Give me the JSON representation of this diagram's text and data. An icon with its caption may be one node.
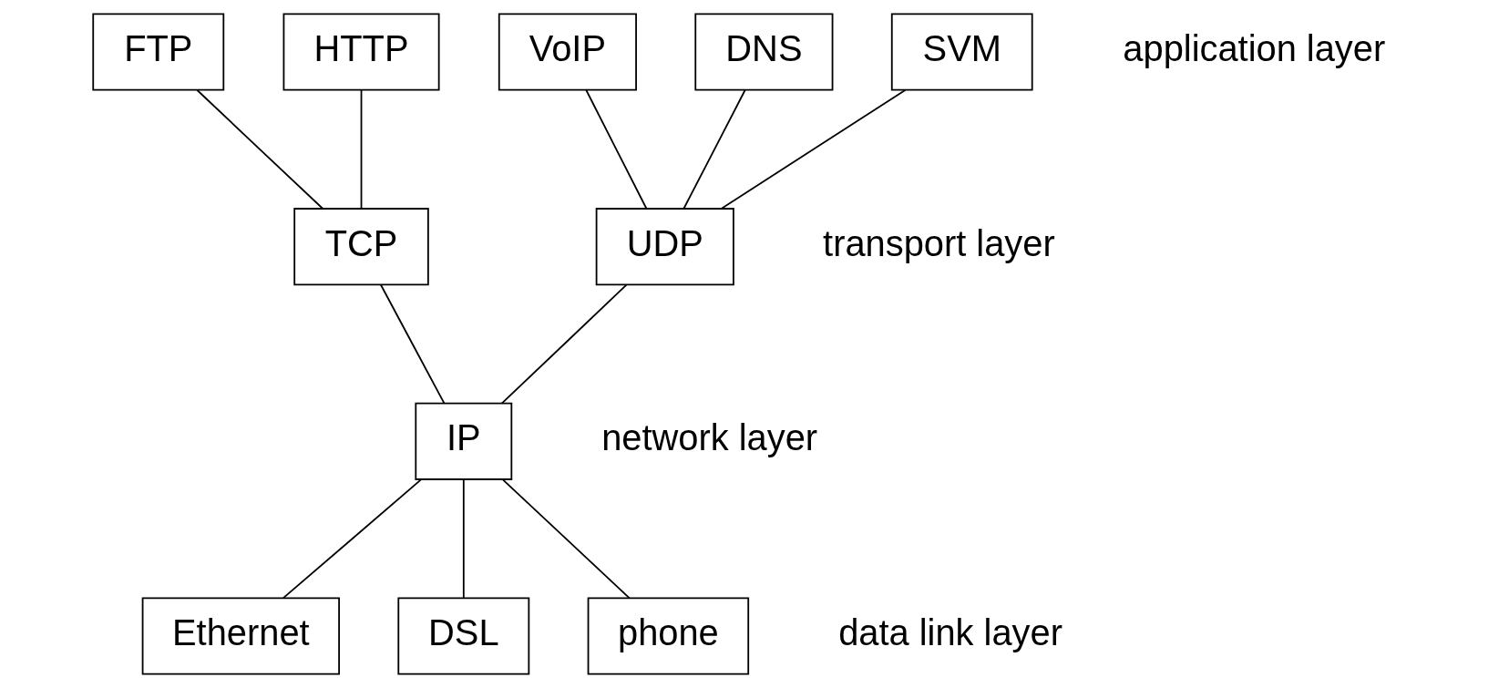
{
  "diagram": {
    "nodes": [
      {
        "text": [
          "FTP"
        ]
      },
      {
        "text": [
          "HTTP"
        ]
      },
      {
        "text": [
          "VoIP"
        ]
      },
      {
        "text": [
          "DNS"
        ]
      },
      {
        "text": [
          "SVM"
        ]
      },
      {
        "text": [
          "TCP"
        ]
      },
      {
        "text": [
          "UDP"
        ]
      },
      {
        "text": [
          "IP"
        ]
      },
      {
        "text": [
          "Ethernet"
        ]
      },
      {
        "text": [
          "DSL"
        ]
      },
      {
        "text": [
          "phone"
        ]
      }
    ],
    "edges": [
      {
        "from": 0,
        "to": 5,
        "arrow": "none"
      },
      {
        "from": 1,
        "to": 5,
        "arrow": "none"
      },
      {
        "from": 2,
        "to": 6,
        "arrow": "none"
      },
      {
        "from": 3,
        "to": 6,
        "arrow": "none"
      },
      {
        "from": 4,
        "to": 6,
        "arrow": "none"
      },
      {
        "from": 5,
        "to": 7,
        "arrow": "none"
      },
      {
        "from": 6,
        "to": 7,
        "arrow": "none"
      },
      {
        "from": 7,
        "to": 8,
        "arrow": "none"
      },
      {
        "from": 7,
        "to": 9,
        "arrow": "none"
      },
      {
        "from": 7,
        "to": 10,
        "arrow": "none"
      }
    ],
    "labels": [
      "application layer",
      "transport layer",
      "network layer",
      "data link layer"
    ]
  }
}
